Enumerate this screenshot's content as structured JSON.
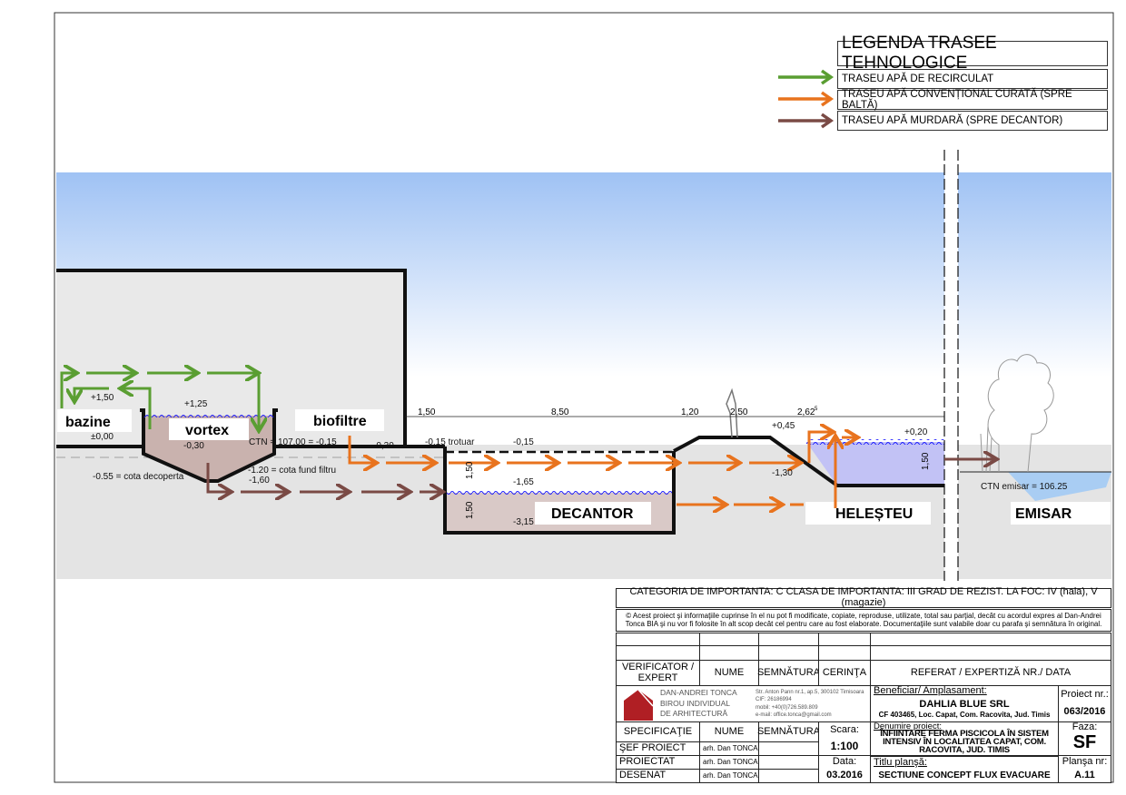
{
  "legend": {
    "title": "LEGENDA TRASEE TEHNOLOGICE",
    "items": [
      {
        "label": "TRASEU APĂ DE RECIRCULAT",
        "color": "#5a9e32"
      },
      {
        "label": "TRASEU APĂ CONVENȚIONAL CURATĂ (SPRE BALTĂ)",
        "color": "#e8731e"
      },
      {
        "label": "TRASEU APĂ MURDARĂ (SPRE DECANTOR)",
        "color": "#7a4a45"
      }
    ]
  },
  "section": {
    "labels": {
      "bazine": "bazine",
      "vortex": "vortex",
      "biofiltre": "biofiltre",
      "decantor": "DECANTOR",
      "helesteu": "HELEȘTEU",
      "emisar": "EMISAR"
    },
    "levels": {
      "l150": "+1,50",
      "l125": "+1,25",
      "l000": "±0,00",
      "lm030a": "-0,30",
      "ctn": "CTN = 107.00 = -0.15",
      "lm030b": "-0,30",
      "decop": "-0.55 = cota decoperta",
      "fund": "-1.20 = cota fund filtru",
      "lm160": "-1,60",
      "trotuar": "-0.15  trotuar",
      "lm015": "-0,15",
      "lm165": "-1,65",
      "lm315": "-3,15",
      "lp045": "+0,45",
      "lm130": "-1,30",
      "lp020": "+0,20",
      "ctn_emisar": "CTN emisar = 106.25"
    },
    "dims": {
      "d1": "1,50",
      "d2": "8,50",
      "d3": "1,20",
      "d4": "2,50",
      "d5": "2,62",
      "d5sup": "5",
      "v1": "1,50",
      "v2": "1,50",
      "v3": "1,50"
    }
  },
  "titleblock": {
    "category": "CATEGORIA DE IMPORTANTA: C CLASA DE IMPORTANTA: III GRAD DE REZIST. LA FOC: IV (hala), V (magazie)",
    "copyright": "© Acest proiect şi informaţiile cuprinse în el nu pot fi modificate, copiate, reproduse, utilizate, total sau parţial, decât cu acordul expres al Dan-Andrei Tonca BIA şi nu vor fi folosite în alt scop decât cel pentru care au fost elaborate. Documentaţiile sunt valabile doar cu parafa şi semnătura în original.",
    "verificator": "VERIFICATOR / EXPERT",
    "nume": "NUME",
    "semnatura": "SEMNĂTURA",
    "cerinta": "CERINŢA",
    "referat": "REFERAT / EXPERTIZĂ NR./ DATA",
    "firm": {
      "line1": "DAN-ANDREI TONCA",
      "line2": "BIROU INDIVIDUAL",
      "line3": "DE  ARHITECTURĂ",
      "address": "Str. Anton Pann nr.1, ap.5, 300102 Timisoara",
      "cif": "CIF: 26186994",
      "mobil": "mobil: +40(0)726.589.809",
      "email": "e-mail: office.tonca@gmail.com"
    },
    "beneficiar_label": "Beneficiar/ Amplasament:",
    "beneficiar": "DAHLIA BLUE SRL",
    "amplasament": "CF 403465, Loc. Capat, Com. Racovita, Jud. Timis",
    "proiect_nr_label": "Proiect nr.:",
    "proiect_nr": "063/2016",
    "specificatie": "SPECIFICAŢIE",
    "scara_label": "Scara:",
    "scara": "1:100",
    "denumire_label": "Denumire proiect:",
    "denumire": "ÎNFIINTARE FERMA PISCICOLA ÎN SISTEM INTENSIV ÎN LOCALITATEA CAPAT, COM. RACOVITA, JUD. TIMIS",
    "faza_label": "Faza:",
    "faza": "SF",
    "rows": [
      {
        "role": "ŞEF PROIECT",
        "name": "arh. Dan TONCA"
      },
      {
        "role": "PROIECTAT",
        "name": "arh. Dan TONCA"
      },
      {
        "role": "DESENAT",
        "name": "arh. Dan TONCA"
      }
    ],
    "data_label": "Data:",
    "data": "03.2016",
    "titlu_label": "Titlu planşă:",
    "titlu": "SECTIUNE CONCEPT FLUX EVACUARE",
    "plansa_label": "Planşa nr:",
    "plansa": "A.11"
  }
}
